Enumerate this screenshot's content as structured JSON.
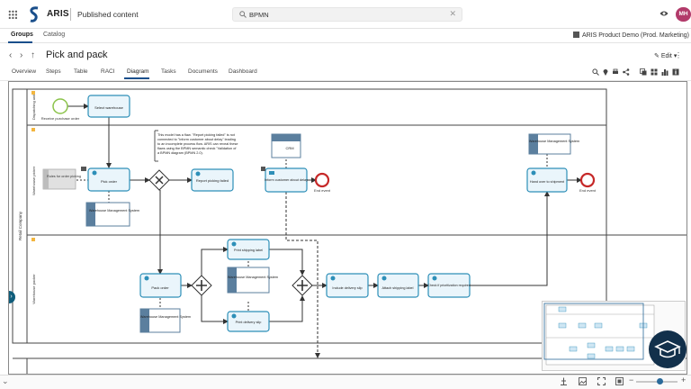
{
  "header": {
    "brand": "ARIS",
    "product": "Published content",
    "search_value": "BPMN",
    "user_initials": "MH"
  },
  "nav": {
    "tabs": [
      {
        "label": "Groups"
      },
      {
        "label": "Catalog"
      }
    ],
    "database": "ARIS Product Demo (Prod. Marketing)"
  },
  "model": {
    "title": "Pick and pack",
    "edit_label": "Edit",
    "tabs": [
      {
        "label": "Overview"
      },
      {
        "label": "Steps"
      },
      {
        "label": "Table"
      },
      {
        "label": "RACI"
      },
      {
        "label": "Diagram"
      },
      {
        "label": "Tasks"
      },
      {
        "label": "Documents"
      },
      {
        "label": "Dashboard"
      }
    ],
    "active_tab": "Diagram"
  },
  "diagram": {
    "pool": "Retail Company",
    "lanes": [
      "Dispatching unit",
      "Warehouse picker",
      "Warehouse packer"
    ],
    "start_event": "Receive purchase order",
    "select_warehouse": "Select warehouse",
    "rules": "Rules for order picking",
    "pick_order": "Pick order",
    "wms": "Warehouse Management System",
    "report_failed": "Report picking failed",
    "note": [
      "This model has a flaw. \"Report picking failed\" is not",
      "connected to \"Inform customer about delay\" leading",
      "to an incomplete process flow. ARIS can reveal these",
      "flaws using the BPMN semantic check \"Validation of",
      "a BPMN diagram (BPMN 2.0)."
    ],
    "crm": "CRM",
    "inform_delay": "Inform customer about delay",
    "end_event": "End event",
    "hand_over": "Hand over to shipment",
    "pack_order": "Pack order",
    "print_shipping": "Print shipping label",
    "print_delivery": "Print delivery slip",
    "include_slip": "Include delivery slip",
    "attach_label": "Attach shipping label",
    "check_prioritization": "Check if prioritization required"
  },
  "colors": {
    "task_border": "#2d8fb8",
    "task_fill": "#eaf5fb",
    "system_fill": "#5b7f9e",
    "end_event": "#c62828",
    "start_event": "#8bc34a",
    "accent": "#1a4f8b"
  }
}
